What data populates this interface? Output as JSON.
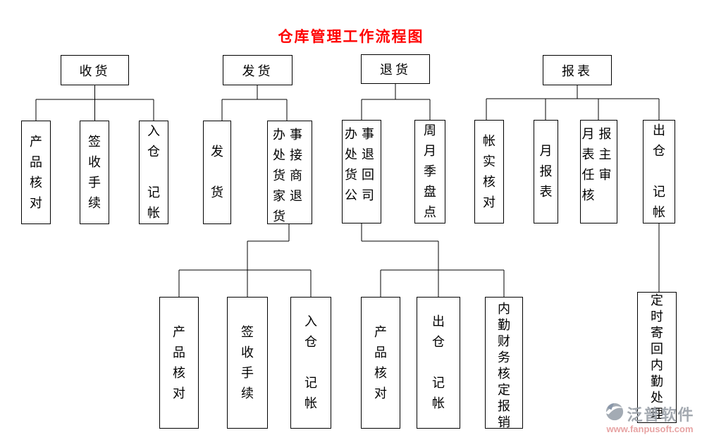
{
  "title": {
    "text": "仓库管理工作流程图",
    "color": "#ff0000"
  },
  "flow": {
    "receive": {
      "root": "收货",
      "product_check": "产\n品\n核\n对",
      "sign_procedures": "签\n收\n手\n续",
      "warehouse_in_bookkeeping": "入\n仓\n\n记\n帐"
    },
    "ship": {
      "root": "发货",
      "ship_goods": "发\n\n货",
      "office_handle_merchant_returns": "办事\n处接\n货商\n家退\n货",
      "product_check": "产\n品\n核\n对",
      "sign_procedures": "签\n收\n手\n续",
      "warehouse_in_bookkeeping": "入\n仓\n\n记\n帐"
    },
    "returns": {
      "root": "退货",
      "office_return_to_company": "办事\n处退\n货回\n公司",
      "period_inventory_count": "周\n月\n季\n盘\n点",
      "product_check": "产\n品\n核\n对",
      "warehouse_out_bookkeeping": "出\n仓\n\n记\n帐",
      "backoffice_finance_reimburse": "内\n勤\n财\n务\n核\n定\n报\n销"
    },
    "report": {
      "root": "报表",
      "account_vs_actual_check": "帐\n实\n核\n对",
      "monthly_report": "月\n报\n表",
      "monthly_report_director_audit": "月报\n表主\n任审\n核",
      "warehouse_out_bookkeeping": "出\n仓\n\n记\n帐",
      "scheduled_mail_back_to_backoffice": "定\n时\n寄\n回\n内\n勤\n处\n理"
    }
  },
  "watermark": {
    "brand": "泛普软件",
    "url": "www.fanpusoft.com"
  },
  "colors": {
    "line": "#000000",
    "title": "#ff0000",
    "watermark_brand": "#9aa0a8",
    "watermark_url": "#e59a9a"
  }
}
